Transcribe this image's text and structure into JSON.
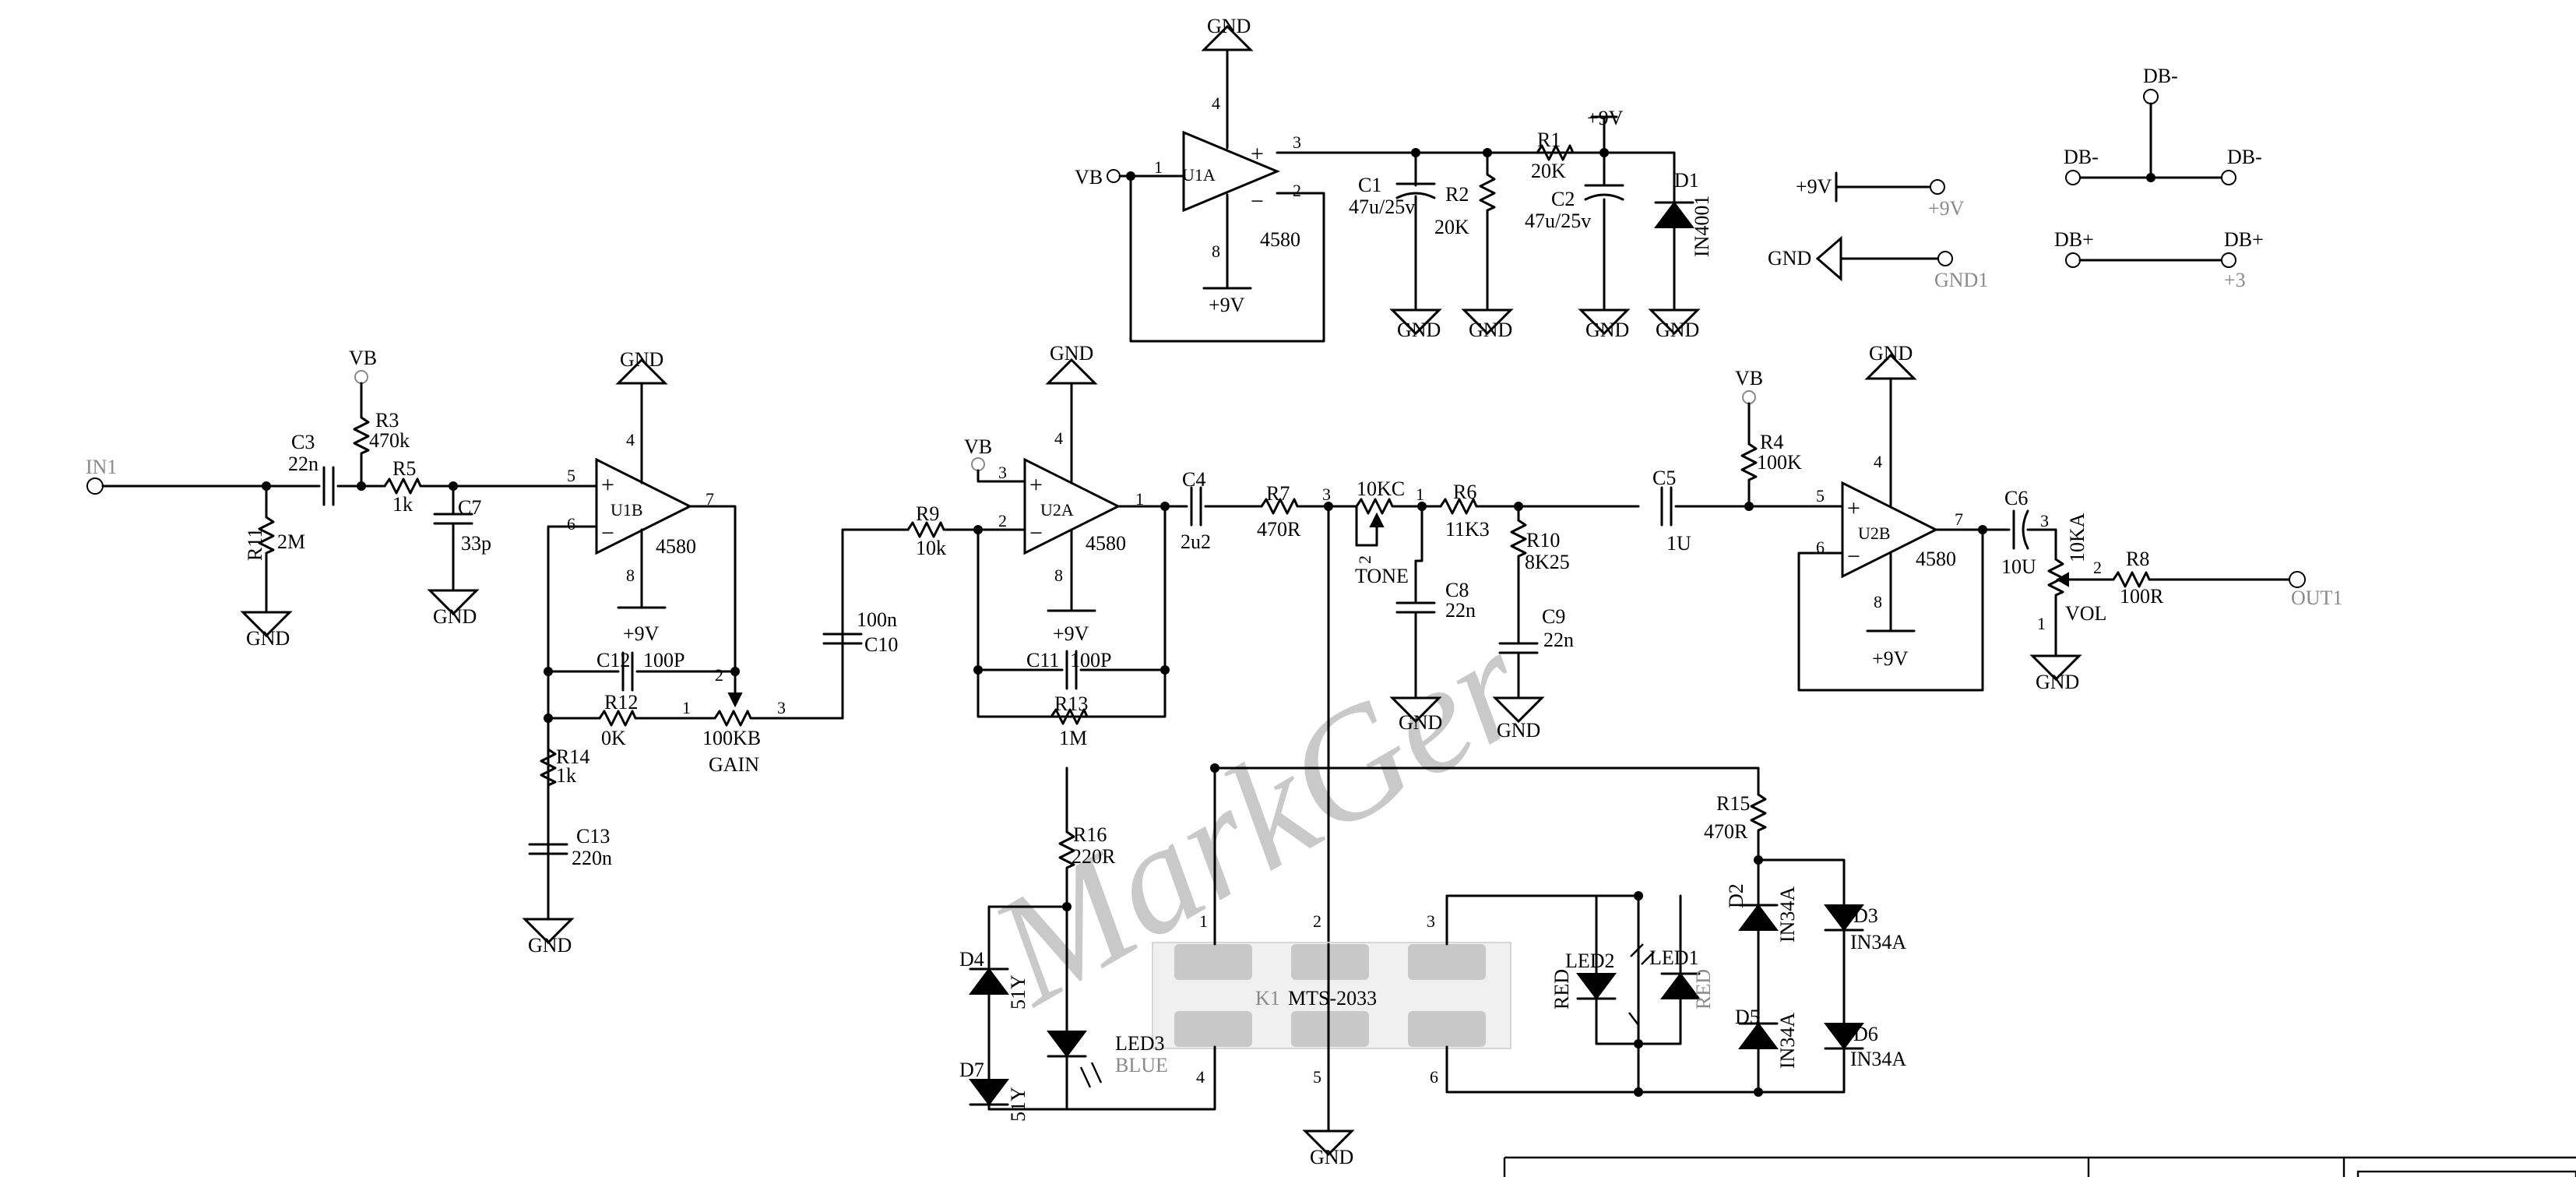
{
  "watermark": "MarkGer",
  "nets": {
    "in1": "IN1",
    "out1": "OUT1",
    "vb": "VB",
    "gnd": "GND",
    "p9v": "+9V",
    "gnd1": "GND1",
    "db_minus": "DB-",
    "db_plus": "DB+",
    "plus3": "+3"
  },
  "opamps": {
    "u1a": {
      "ref": "U1A",
      "part": "4580"
    },
    "u1b": {
      "ref": "U1B",
      "part": "4580"
    },
    "u2a": {
      "ref": "U2A",
      "part": "4580"
    },
    "u2b": {
      "ref": "U2B",
      "part": "4580"
    }
  },
  "pins": {
    "p1": "1",
    "p2": "2",
    "p3": "3",
    "p4": "4",
    "p5": "5",
    "p6": "6",
    "p7": "7",
    "p8": "8"
  },
  "components": {
    "r1": {
      "ref": "R1",
      "value": "20K"
    },
    "r2": {
      "ref": "R2",
      "value": "20K"
    },
    "r3": {
      "ref": "R3",
      "value": "470k"
    },
    "r4": {
      "ref": "R4",
      "value": "100K"
    },
    "r5": {
      "ref": "R5",
      "value": "1k"
    },
    "r6": {
      "ref": "R6",
      "value": "11K3"
    },
    "r7": {
      "ref": "R7",
      "value": "470R"
    },
    "r8": {
      "ref": "R8",
      "value": "100R"
    },
    "r9": {
      "ref": "R9",
      "value": "10k"
    },
    "r10": {
      "ref": "R10",
      "value": "8K25"
    },
    "r11": {
      "ref": "R11",
      "value": "2M"
    },
    "r12": {
      "ref": "R12",
      "value": "0K"
    },
    "r13": {
      "ref": "R13",
      "value": "1M"
    },
    "r14": {
      "ref": "R14",
      "value": "1k"
    },
    "r15": {
      "ref": "R15",
      "value": "470R"
    },
    "r16": {
      "ref": "R16",
      "value": "220R"
    },
    "c1": {
      "ref": "C1",
      "value": "47u/25v"
    },
    "c2": {
      "ref": "C2",
      "value": "47u/25v"
    },
    "c3": {
      "ref": "C3",
      "value": "22n"
    },
    "c4": {
      "ref": "C4",
      "value": "2u2"
    },
    "c5": {
      "ref": "C5",
      "value": "1U"
    },
    "c6": {
      "ref": "C6",
      "value": "10U"
    },
    "c7": {
      "ref": "C7",
      "value": "33p"
    },
    "c8": {
      "ref": "C8",
      "value": "22n"
    },
    "c9": {
      "ref": "C9",
      "value": "22n"
    },
    "c10": {
      "ref": "C10",
      "value": "100n"
    },
    "c11": {
      "ref": "C11",
      "value": "100P"
    },
    "c12": {
      "ref": "C12",
      "value": "100P"
    },
    "c13": {
      "ref": "C13",
      "value": "220n"
    },
    "d1": {
      "ref": "D1",
      "value": "IN4001"
    },
    "d2": {
      "ref": "D2",
      "value": "IN34A"
    },
    "d3": {
      "ref": "D3",
      "value": "IN34A"
    },
    "d4": {
      "ref": "D4",
      "value": "51Y"
    },
    "d5": {
      "ref": "D5",
      "value": "IN34A"
    },
    "d6": {
      "ref": "D6",
      "value": "IN34A"
    },
    "d7": {
      "ref": "D7",
      "value": "51Y"
    },
    "led1": {
      "ref": "LED1",
      "value": "RED"
    },
    "led2": {
      "ref": "LED2",
      "value": "RED"
    },
    "led3": {
      "ref": "LED3",
      "value": "BLUE"
    },
    "gain": {
      "value": "100KB",
      "name": "GAIN"
    },
    "tone": {
      "value": "10KC",
      "name": "TONE"
    },
    "vol": {
      "value": "10KA",
      "name": "VOL"
    },
    "k1": {
      "ref": "K1",
      "part": "MTS-2033"
    }
  }
}
